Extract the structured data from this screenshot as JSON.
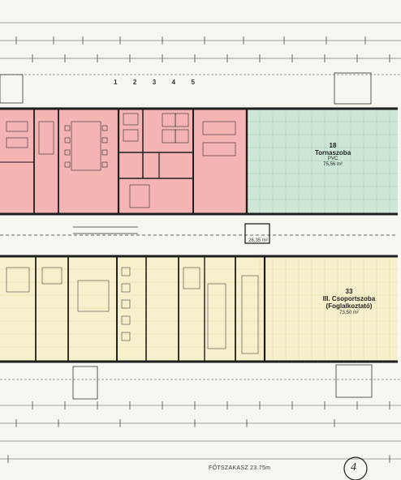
{
  "rooms": {
    "tornaszoba": {
      "number": "18",
      "name": "Tornaszoba",
      "area": "75,56 m²",
      "floor": "PVC"
    },
    "csoportszoba": {
      "number": "33",
      "name_line1": "III. Csoportszoba",
      "name_line2": "(Foglalkoztató)",
      "area": "73,50 m²"
    }
  },
  "corridor": {
    "area": "26,35 m²"
  },
  "footer": {
    "label": "FŐTSZAKASZ 23.75m",
    "page_mark": "4"
  },
  "axis_labels": [
    "1",
    "2",
    "3",
    "4",
    "5"
  ],
  "colors": {
    "red_zone": "#f2a8a8",
    "green_zone": "#cde8d6",
    "yellow_zone": "#f7f0cc",
    "wall": "#1e1e1e"
  }
}
